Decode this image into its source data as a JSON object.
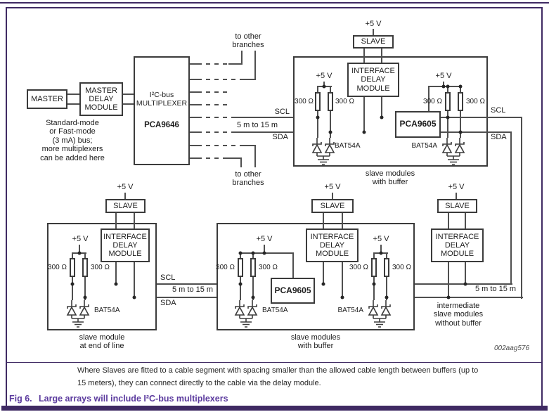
{
  "figure": {
    "fig_label": "Fig 6.",
    "fig_title": "Large arrays will include I²C-bus multiplexers",
    "note_1": "Where Slaves are fitted to a cable segment with spacing smaller than the allowed cable length between buffers (up to",
    "note_2": "15 meters), they can connect directly to the cable via the delay module.",
    "watermark": "002aag576"
  },
  "labels": {
    "plus5v": "+5 V",
    "slave": "SLAVE",
    "idm": [
      "INTERFACE",
      "DELAY",
      "MODULE"
    ],
    "r300": "300 Ω",
    "bat54a": "BAT54A",
    "pca9605": "PCA9605",
    "scl": "SCL",
    "sda": "SDA",
    "cable_len": "5 m to 15 m",
    "to_other": [
      "to other",
      "branches"
    ]
  },
  "master_chain": {
    "master": "MASTER",
    "delay_module": [
      "MASTER",
      "DELAY",
      "MODULE"
    ],
    "mux_title": [
      "I²C-bus",
      "MULTIPLEXER"
    ],
    "mux_part": "PCA9646",
    "bus_note": [
      "Standard-mode",
      "or Fast-mode",
      "(3 mA) bus;",
      "more multiplexers",
      "can be added here"
    ]
  },
  "captions": {
    "with_buffer": [
      "slave modules",
      "with buffer"
    ],
    "end_of_line": [
      "slave module",
      "at end of line"
    ],
    "intermediate": [
      "intermediate",
      "slave modules",
      "without buffer"
    ]
  }
}
